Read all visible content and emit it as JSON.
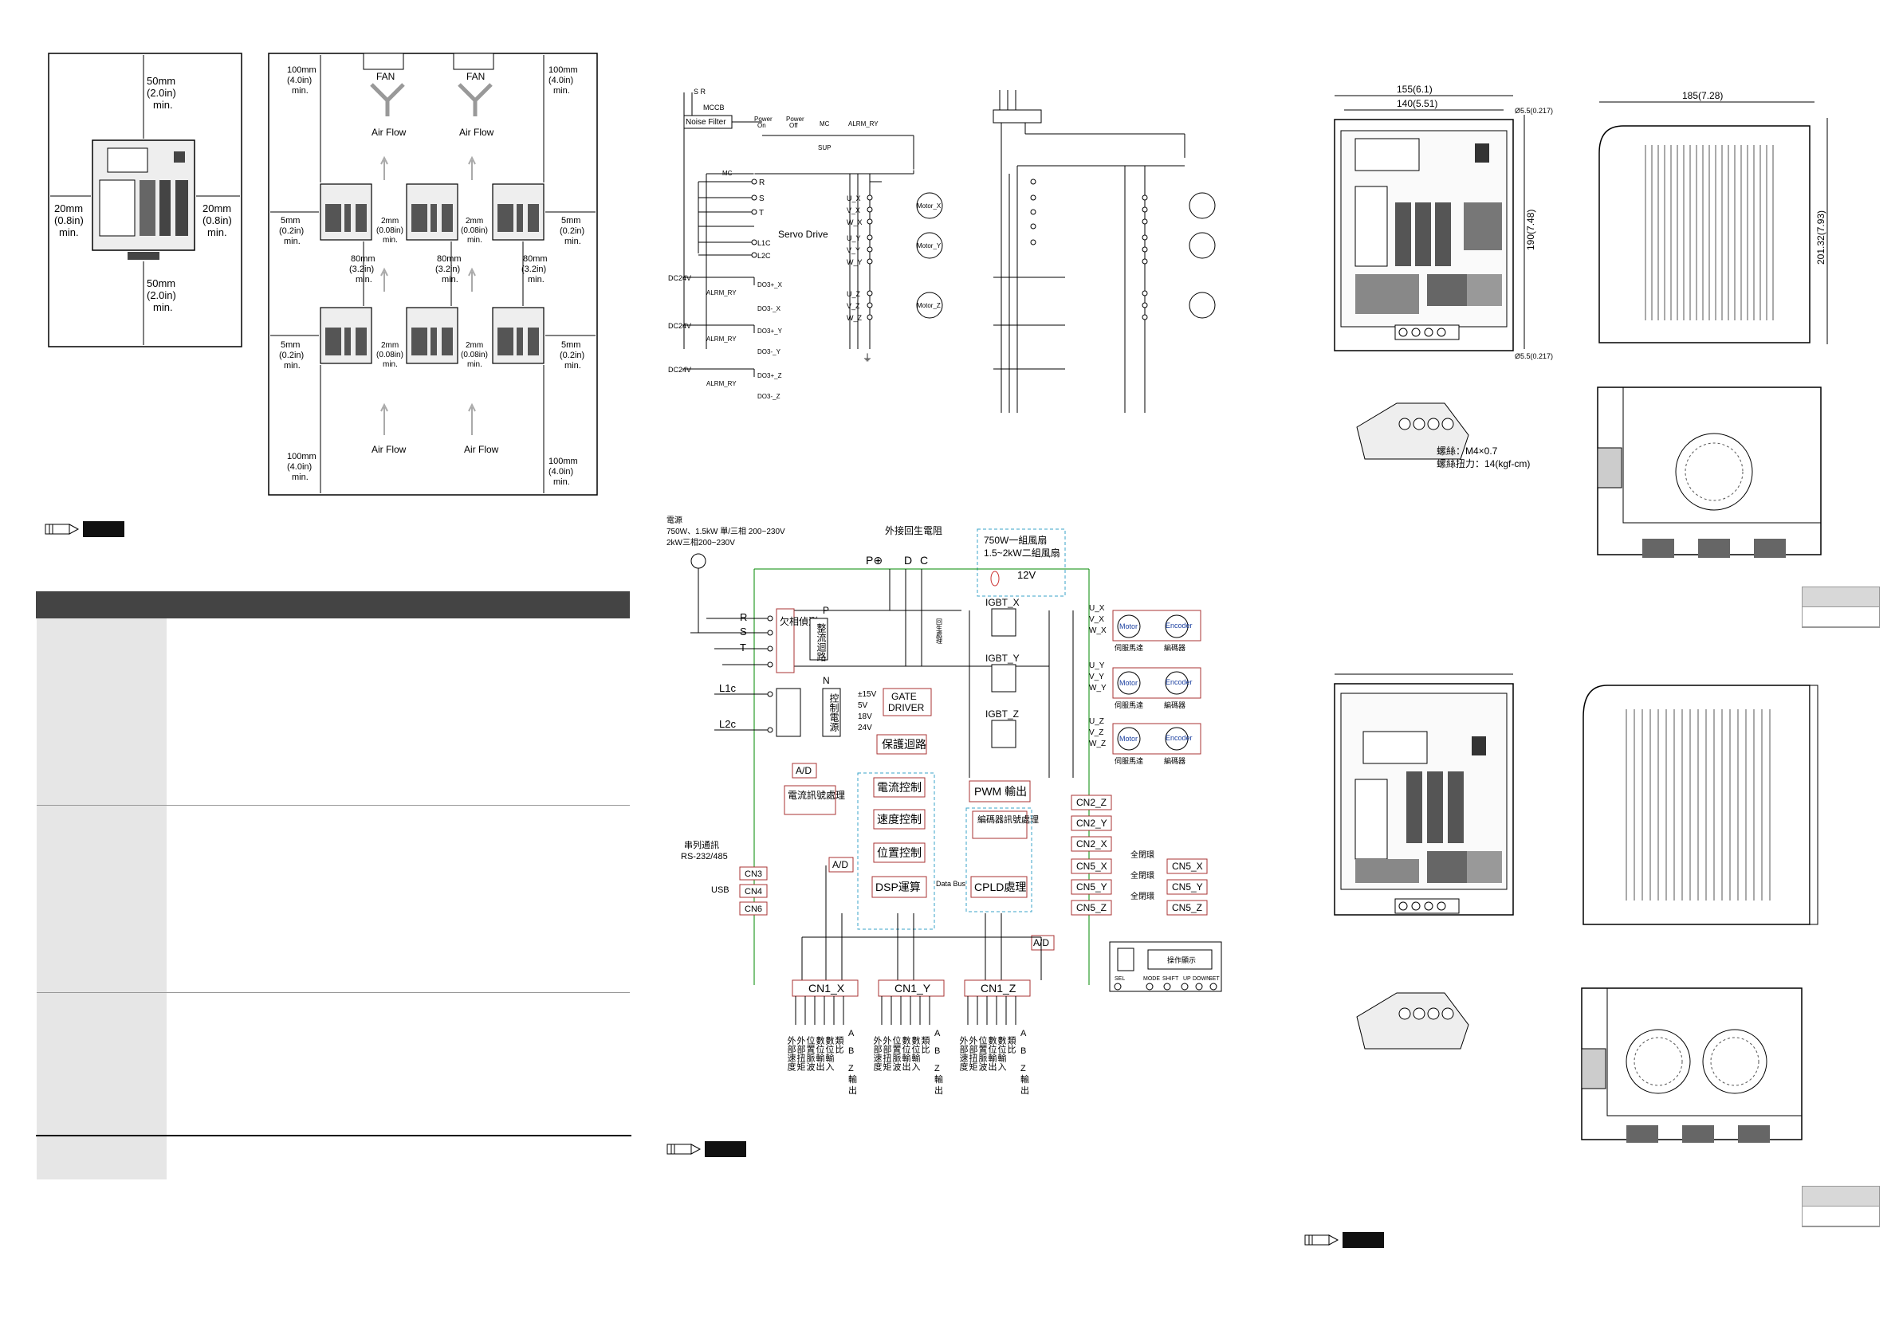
{
  "clearance_left": {
    "top": [
      "50mm",
      "(2.0in)",
      "min."
    ],
    "bottom": [
      "50mm",
      "(2.0in)",
      "min."
    ],
    "left": [
      "20mm",
      "(0.8in)",
      "min."
    ],
    "right": [
      "20mm",
      "(0.8in)",
      "min."
    ]
  },
  "clearance_multi": {
    "fan": "FAN",
    "air_flow": "Air Flow",
    "corner": [
      "100mm",
      "(4.0in)",
      "min."
    ],
    "side": [
      "5mm",
      "(0.2in)",
      "min."
    ],
    "gap": [
      "2mm",
      "(0.08in)",
      "min."
    ],
    "vgap": [
      "80mm",
      "(3.2in)",
      "min."
    ]
  },
  "wiring": {
    "sr": "S R",
    "mccb": "MCCB",
    "noise_filter": "Noise Filter",
    "power_on": [
      "Power",
      "On"
    ],
    "power_off": [
      "Power",
      "Off"
    ],
    "mc": "MC",
    "alrm_ry": "ALRM_RY",
    "spd": "SUP",
    "terminals": [
      "R",
      "S",
      "T",
      "L1C",
      "L2C"
    ],
    "servo_drive": "Servo Drive",
    "dc24v": "DC24V",
    "do": [
      [
        "DO3+_X",
        "DO3-_X"
      ],
      [
        "DO3+_Y",
        "DO3-_Y"
      ],
      [
        "DO3+_Z",
        "DO3-_Z"
      ]
    ],
    "uvw": [
      [
        "U_X",
        "V_X",
        "W_X"
      ],
      [
        "U_Y",
        "V_Y",
        "W_Y"
      ],
      [
        "U_Z",
        "V_Z",
        "W_Z"
      ]
    ],
    "motors": [
      "Motor_X",
      "Motor_Y",
      "Motor_Z"
    ]
  },
  "block": {
    "power": [
      "電源",
      "750W、1.5kW 單/三相 200~230V",
      "2kW三相200~230V"
    ],
    "ext_regen": "外接回生電阻",
    "pdc": [
      "P⊕",
      "D",
      "C"
    ],
    "fan_box": [
      "750W一組風扇",
      "1.5~2kW二組風扇"
    ],
    "v12": "12V",
    "rst": [
      "R",
      "S",
      "T"
    ],
    "phase_detect": "欠相偵測",
    "rectifier": "整流迴路",
    "regen": "回生處理",
    "p": "P",
    "n": "N",
    "ctrl_power": "控制電源",
    "voltages": [
      "±15V",
      "5V",
      "18V",
      "24V"
    ],
    "l1c": "L1c",
    "l2c": "L2c",
    "gate": [
      "GATE",
      "DRIVER"
    ],
    "protect": "保護迴路",
    "igbt": [
      "IGBT_X",
      "IGBT_Y",
      "IGBT_Z"
    ],
    "motor": "Motor",
    "encoder": "Encoder",
    "motor_cn": "伺服馬達",
    "encoder_cn": "編碼器",
    "ad": "A/D",
    "current_sig": "電流訊號處理",
    "current_ctrl": "電流控制",
    "speed_ctrl": "速度控制",
    "pos_ctrl": "位置控制",
    "dsp": "DSP運算",
    "pwm": "PWM 輸出",
    "enc_proc": "編碼器訊號處理",
    "cpld": "CPLD處理",
    "data_bus": "Data Bus",
    "serial": [
      "串列通訊",
      "RS-232/485"
    ],
    "usb": "USB",
    "cn_left": [
      "CN3",
      "CN4",
      "CN6"
    ],
    "cn2": [
      "CN2_Z",
      "CN2_Y",
      "CN2_X"
    ],
    "cn5": [
      "CN5_X",
      "CN5_Y",
      "CN5_Z"
    ],
    "cn5r": [
      "CN5_X",
      "CN5_Y",
      "CN5_Z"
    ],
    "full_closed": "全閉環",
    "panel_title": "操作顯示",
    "panel_keys": [
      "SEL",
      "MODE",
      "SHIFT",
      "UP",
      "DOWN",
      "SET"
    ],
    "cn1": [
      "CN1_X",
      "CN1_Y",
      "CN1_Z"
    ],
    "io_cols": [
      "外部速度",
      "外部扭矩",
      "位置脈波",
      "數位輸出",
      "數位輸入",
      "類比",
      "A"
    ],
    "io_cols2": [
      "B",
      "Z",
      "輸",
      "出"
    ]
  },
  "dims": {
    "w155": "155(6.1)",
    "w140": "140(5.51)",
    "h190": "190(7.48)",
    "d185": "185(7.28)",
    "h201": "201.32(7.93)",
    "hole1": "Ø5.5(0.217)",
    "hole2": "Ø5.5(0.217)",
    "screw": "螺絲：M4×0.7",
    "torque": "螺絲扭力：14(kgf-cm)"
  }
}
